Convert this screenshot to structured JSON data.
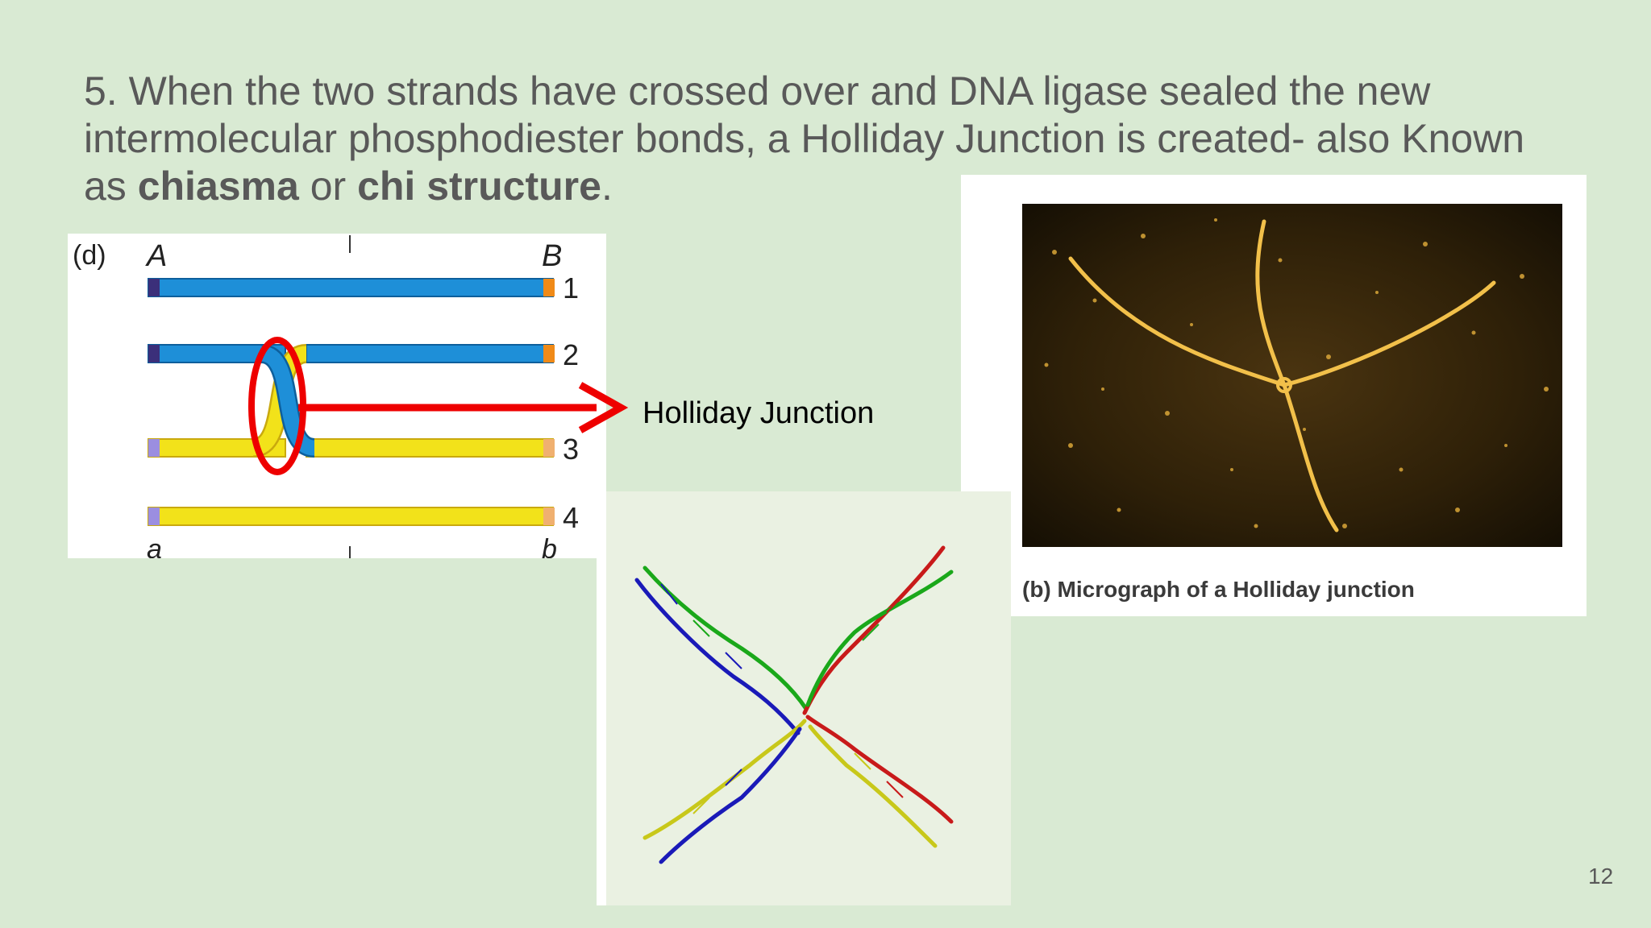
{
  "slide": {
    "title_prefix": "5.  When the two strands have crossed over and DNA ligase sealed the new intermolecular phosphodiester bonds, a Holliday Junction is created- also Known as ",
    "title_bold_1": "chiasma",
    "title_mid": " or ",
    "title_bold_2": "chi structure",
    "title_suffix": ".",
    "page_number": "12"
  },
  "diagram": {
    "panel_label": "(d)",
    "top_left_label": "A",
    "top_right_label": "B",
    "bottom_left_label": "a",
    "bottom_right_label": "b",
    "strand_numbers": [
      "1",
      "2",
      "3",
      "4"
    ],
    "arrow_label": "Holliday Junction",
    "colors": {
      "blue_strand": "#1e8fd8",
      "yellow_strand": "#f2e21a",
      "highlight": "#ee0000"
    }
  },
  "micrograph": {
    "caption": "(b) Micrograph of a Holliday junction"
  },
  "molecular_model": {
    "strand_colors": [
      "#1a1ab8",
      "#1aa81a",
      "#c81a1a",
      "#c8c81a"
    ]
  }
}
